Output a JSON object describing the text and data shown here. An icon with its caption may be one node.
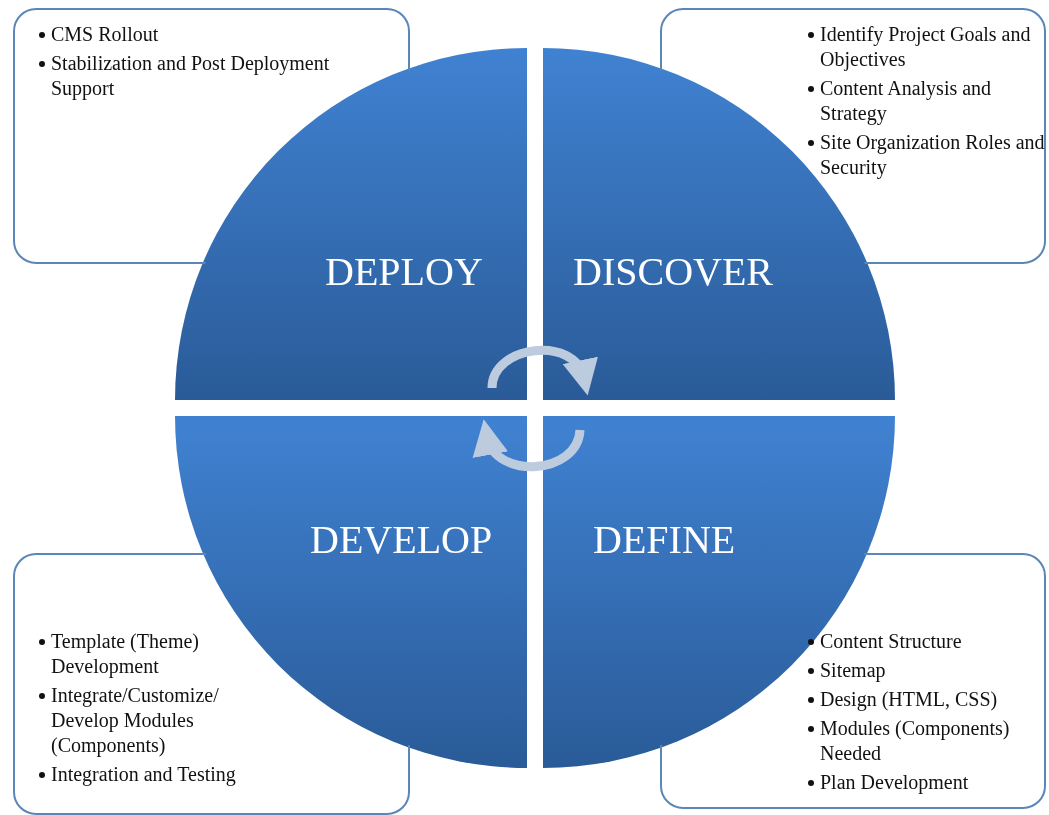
{
  "diagram": {
    "nodes": [
      {
        "text": [
          "CMS Rollout",
          "Stabilization and Post Deployment Support"
        ]
      },
      {
        "text": [
          "Identify Project Goals and Objectives",
          "Content Analysis and Strategy",
          "Site Organization Roles and Security"
        ]
      },
      {
        "text": [
          "DEPLOY"
        ]
      },
      {
        "text": [
          "DISCOVER"
        ]
      },
      {
        "text": [
          "DEVELOP"
        ]
      },
      {
        "text": [
          "DEFINE"
        ]
      },
      {
        "text": [
          "Template (Theme) Development",
          "Integrate/Customize/ Develop Modules (Components)",
          "Integration and Testing"
        ]
      },
      {
        "text": [
          "Content Structure",
          "Sitemap",
          "Design (HTML, CSS)",
          "Modules (Components) Needed",
          "Plan Development"
        ]
      }
    ],
    "edges": [
      {
        "from": 2,
        "to": 3,
        "arrow": "to"
      },
      {
        "from": 5,
        "to": 4,
        "arrow": "to"
      }
    ]
  }
}
